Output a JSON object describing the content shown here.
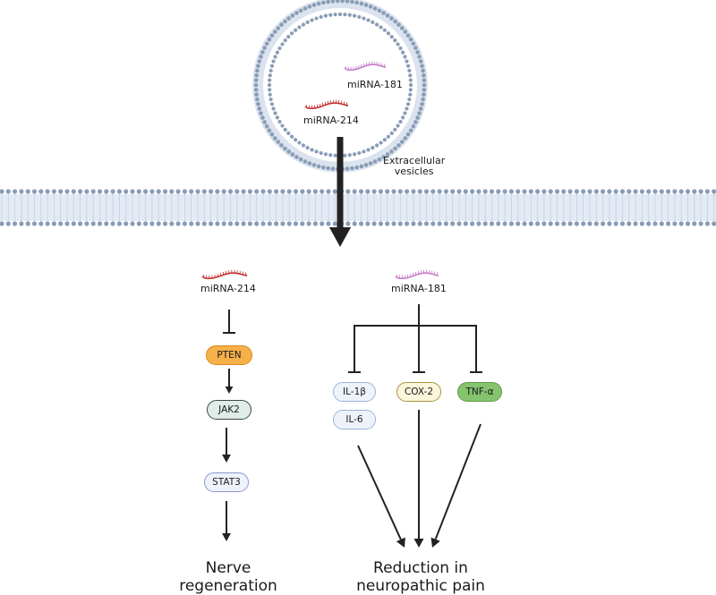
{
  "vesicle": {
    "label_line1": "Extracellular",
    "label_line2": "vesicles",
    "cargo": [
      {
        "name": "miRNA-181",
        "color": "#c77dc9"
      },
      {
        "name": "miRNA-214",
        "color": "#c0302f"
      }
    ]
  },
  "membrane_color": "#8a9cb5",
  "left_pathway": {
    "mirna": {
      "name": "miRNA-214",
      "color": "#c0302f"
    },
    "nodes": [
      {
        "label": "PTEN",
        "fill": "#f5b04a",
        "stroke": "#d88a1e"
      },
      {
        "label": "JAK2",
        "fill": "#dfece7",
        "stroke": "#3e4a46"
      },
      {
        "label": "STAT3",
        "fill": "#eef2fb",
        "stroke": "#8b9acb"
      }
    ],
    "outcome_line1": "Nerve",
    "outcome_line2": "regeneration"
  },
  "right_pathway": {
    "mirna": {
      "name": "miRNA-181",
      "color": "#c77dc9"
    },
    "nodes": [
      {
        "label": "IL-1β",
        "fill": "#eef3fb",
        "stroke": "#9bb3dc"
      },
      {
        "label": "IL-6",
        "fill": "#eef3fb",
        "stroke": "#9bb3dc"
      },
      {
        "label": "COX-2",
        "fill": "#fbf6dc",
        "stroke": "#a8933f"
      },
      {
        "label": "TNF-α",
        "fill": "#86c36e",
        "stroke": "#5c9c48"
      }
    ],
    "outcome_line1": "Reduction in",
    "outcome_line2": "neuropathic pain"
  }
}
